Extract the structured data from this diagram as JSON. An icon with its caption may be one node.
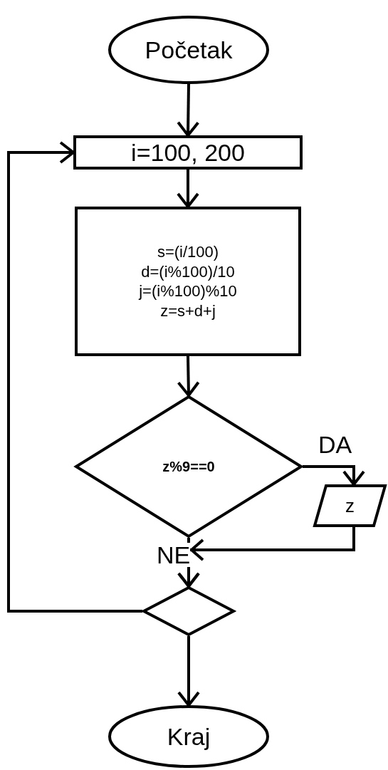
{
  "diagram": {
    "nodes": [
      {
        "text": [
          "Početak"
        ]
      },
      {
        "text": [
          "i=100, 200"
        ]
      },
      {
        "text": [
          "s=(i/100)",
          "d=(i%100)/10",
          "j=(i%100)%10",
          "z=s+d+j"
        ]
      },
      {
        "text": [
          "z%9==0"
        ]
      },
      {
        "text": [
          "z"
        ]
      },
      {
        "text": [],
        "shape": "diamond"
      },
      {
        "text": [
          "Kraj"
        ]
      }
    ],
    "edges": [
      {
        "from": 0,
        "to": 1,
        "arrow": "to"
      },
      {
        "from": 1,
        "to": 2,
        "arrow": "to"
      },
      {
        "from": 2,
        "to": 3,
        "arrow": "to"
      },
      {
        "from": 3,
        "to": 4,
        "arrow": "to",
        "label": "DA"
      },
      {
        "from": 3,
        "to": 5,
        "arrow": "to",
        "label": "NE"
      },
      {
        "from": 4,
        "to": 5,
        "arrow": "to"
      },
      {
        "from": 5,
        "to": 1,
        "arrow": "to"
      },
      {
        "from": 5,
        "to": 6,
        "arrow": "to"
      }
    ]
  }
}
